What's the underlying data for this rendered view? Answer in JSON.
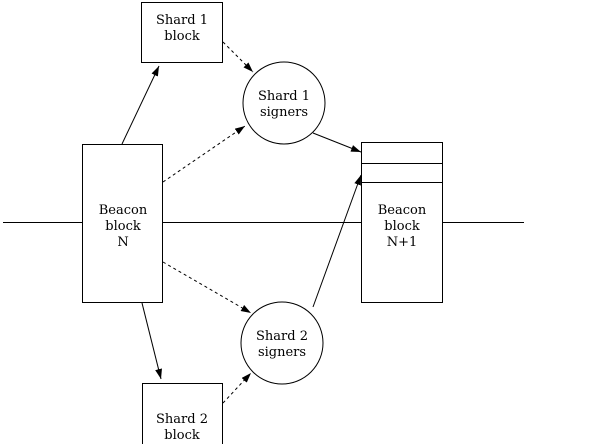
{
  "diagram": {
    "description": "Beacon chain with shard blocks and signer committees",
    "colors": {
      "background": "#ffffff",
      "stroke": "#000000",
      "node_fill": "#ffffff",
      "text": "#000000"
    },
    "nodes": {
      "shard1_block": {
        "shape": "rectangle",
        "lines": [
          "Shard 1",
          "block"
        ]
      },
      "shard1_signers": {
        "shape": "circle",
        "lines": [
          "Shard 1",
          "signers"
        ]
      },
      "beacon_block_n": {
        "shape": "rectangle",
        "lines": [
          "Beacon",
          "block",
          "N"
        ]
      },
      "beacon_block_n1": {
        "shape": "rectangle",
        "lines": [
          "Beacon",
          "block",
          "N+1"
        ],
        "slot_rows": 2
      },
      "shard2_signers": {
        "shape": "circle",
        "lines": [
          "Shard 2",
          "signers"
        ]
      },
      "shard2_block": {
        "shape": "rectangle",
        "lines": [
          "Shard 2",
          "block"
        ]
      }
    },
    "edges": [
      {
        "from": "beacon_block_n",
        "to": "shard1_block",
        "style": "solid",
        "arrow": true
      },
      {
        "from": "shard1_block",
        "to": "shard1_signers",
        "style": "dashed",
        "arrow": true
      },
      {
        "from": "beacon_block_n",
        "to": "shard1_signers",
        "style": "dashed",
        "arrow": true
      },
      {
        "from": "shard1_signers",
        "to": "beacon_block_n1",
        "style": "solid",
        "arrow": true
      },
      {
        "from": "beacon_block_n",
        "to": "shard2_signers",
        "style": "dashed",
        "arrow": true
      },
      {
        "from": "beacon_block_n",
        "to": "shard2_block",
        "style": "solid",
        "arrow": true
      },
      {
        "from": "shard2_block",
        "to": "shard2_signers",
        "style": "dashed",
        "arrow": true
      },
      {
        "from": "shard2_signers",
        "to": "beacon_block_n1",
        "style": "solid",
        "arrow": true
      },
      {
        "from": "chain_left_edge",
        "to": "chain_right_edge",
        "style": "solid",
        "arrow": false
      }
    ]
  }
}
